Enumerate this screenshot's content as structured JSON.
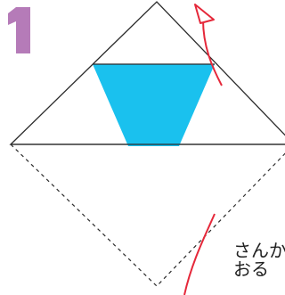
{
  "step": {
    "number": "1",
    "color": "#b57bb8"
  },
  "caption": {
    "line_1": "さんか",
    "line_2": "おる"
  },
  "colors": {
    "paper_outline": "#2b2b2b",
    "fill_band": "#1ac1ee",
    "fold_arrow": "#e5283a",
    "fold_line": "#2b2b2b"
  }
}
